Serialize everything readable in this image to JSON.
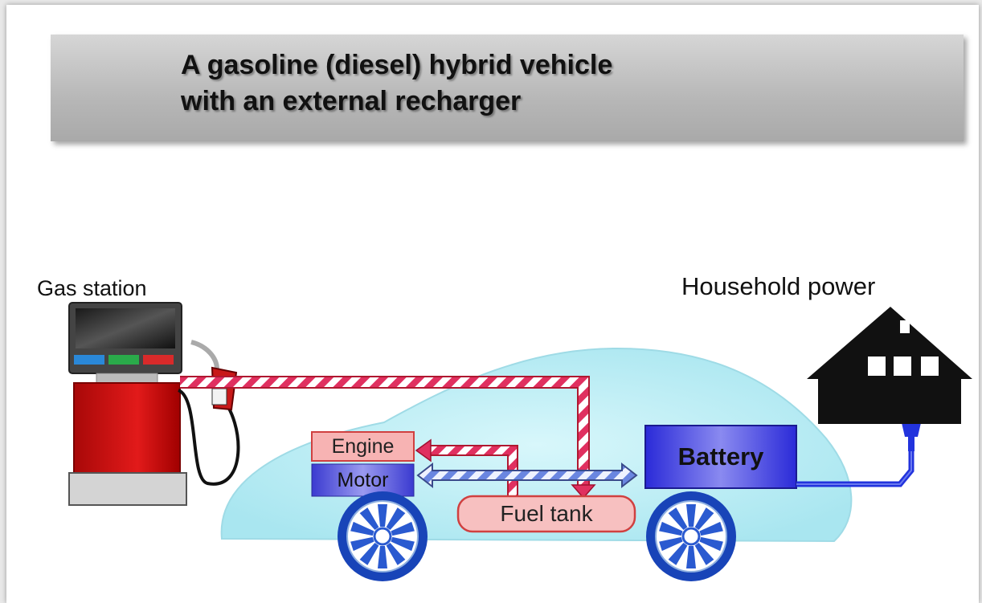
{
  "title": {
    "line1": "A gasoline (diesel) hybrid vehicle",
    "line2": "with an external recharger"
  },
  "labels": {
    "gas_station": "Gas station",
    "household_power": "Household power",
    "engine": "Engine",
    "motor": "Motor",
    "battery": "Battery",
    "fuel_tank": "Fuel tank"
  },
  "colors": {
    "fuel_flow": "#e03060",
    "electric_flow": "#5a78d8",
    "car_body": "#bfeef5",
    "engine_box": "#f7b3b3",
    "motor_box": "#5b5bd6",
    "battery_box": "#3535e0",
    "power_cord": "#2233dd",
    "pump_body": "#cc1010"
  },
  "icons": [
    "gas-pump-icon",
    "house-icon",
    "plug-icon",
    "wheel-icon"
  ]
}
